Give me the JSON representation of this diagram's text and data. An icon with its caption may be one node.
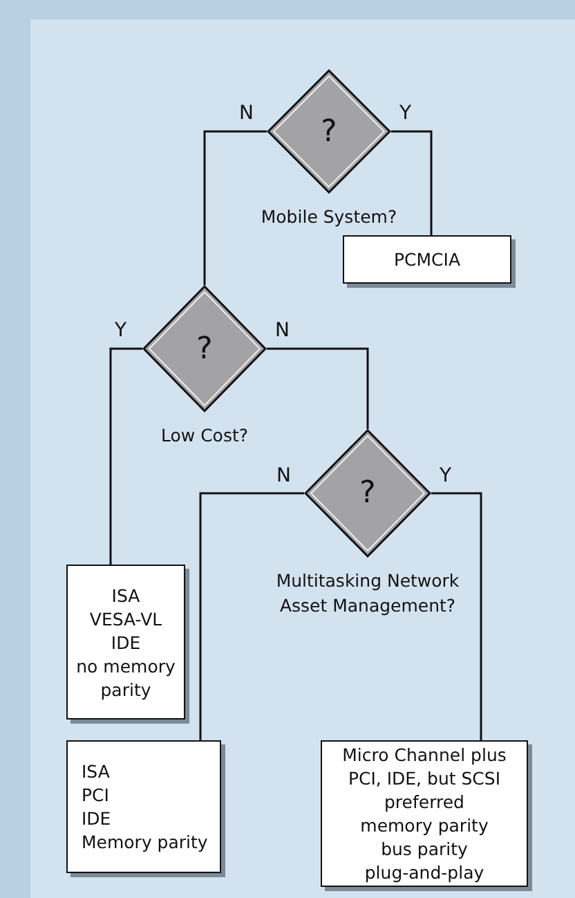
{
  "diagram": {
    "nodes": [
      {
        "text": [
          "?"
        ],
        "beside": [
          "Mobile System?"
        ]
      },
      {
        "text": [
          "PCMCIA"
        ]
      },
      {
        "text": [
          "?"
        ],
        "beside": [
          "Low Cost?"
        ]
      },
      {
        "text": [
          "?"
        ],
        "beside": [
          "Multitasking Network Asset Management?"
        ]
      },
      {
        "text": [
          "ISA",
          "VESA-VL",
          "IDE",
          "no memory parity"
        ]
      },
      {
        "text": [
          "ISA",
          "PCI",
          "IDE",
          "Memory parity"
        ]
      },
      {
        "text": [
          "Micro Channel plus PCI, IDE, but SCSI preferred",
          "memory parity",
          "bus parity",
          "plug-and-play"
        ]
      }
    ],
    "edges": [
      {
        "from": 0,
        "to": 2,
        "arrow": "none",
        "label": "N"
      },
      {
        "from": 0,
        "to": 1,
        "arrow": "none",
        "label": "Y"
      },
      {
        "from": 2,
        "to": 4,
        "arrow": "none",
        "label": "Y"
      },
      {
        "from": 2,
        "to": 3,
        "arrow": "none",
        "label": "N"
      },
      {
        "from": 3,
        "to": 5,
        "arrow": "none",
        "label": "N"
      },
      {
        "from": 3,
        "to": 6,
        "arrow": "none",
        "label": "Y"
      }
    ]
  }
}
